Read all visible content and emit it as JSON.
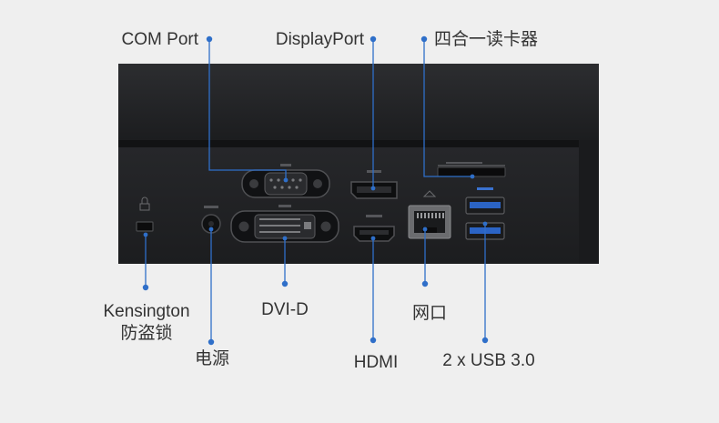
{
  "colors": {
    "background": "#efefef",
    "device_body": "#1e1f21",
    "callout_line": "#2f6fc9",
    "label_text": "#333333"
  },
  "labels": {
    "com_port": "COM Port",
    "displayport": "DisplayPort",
    "card_reader": "四合一读卡器",
    "kensington_line1": "Kensington",
    "kensington_line2": "防盗锁",
    "dvi_d": "DVI-D",
    "ethernet": "网口",
    "power": "电源",
    "hdmi": "HDMI",
    "usb": "2 x USB 3.0"
  },
  "icons": {
    "usb_port": "usb-3-port-icon",
    "ethernet_port": "rj45-port-icon",
    "lock_slot": "kensington-lock-slot-icon"
  }
}
